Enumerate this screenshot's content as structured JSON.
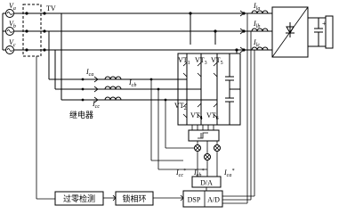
{
  "labels": {
    "tv": "TV",
    "va": "V",
    "va_sub": "a",
    "vb": "V",
    "vb_sub": "b",
    "vc": "V",
    "vc_sub": "c",
    "ila": "I",
    "ila_sub": "la",
    "ilb": "I",
    "ilb_sub": "lb",
    "ilc": "I",
    "ilc_sub": "lc",
    "ica": "I",
    "ica_sub": "ca",
    "icb": "I",
    "icb_sub": "cb",
    "icc": "I",
    "icc_sub": "cc",
    "vt1": "VT",
    "vt1_sub": "1",
    "vt3": "VT",
    "vt3_sub": "3",
    "vt5": "VT",
    "vt5_sub": "5",
    "vt2": "VT",
    "vt2_sub": "2",
    "vt4": "VT",
    "vt4_sub": "4",
    "vt6": "VT",
    "vt6_sub": "6",
    "relay": "继电器",
    "icc_ref": "I",
    "icc_ref_sub": "cc",
    "icb_ref": "I",
    "icb_ref_sub": "cb",
    "ica_ref": "I",
    "ica_ref_sub": "ca",
    "ref_mark": "*",
    "minus": "-",
    "plus": "+"
  },
  "blocks": {
    "zero_cross": "过零检测",
    "pll": "锁相环",
    "da": "D/A",
    "dsp": "DSP",
    "ad": "A/D"
  }
}
